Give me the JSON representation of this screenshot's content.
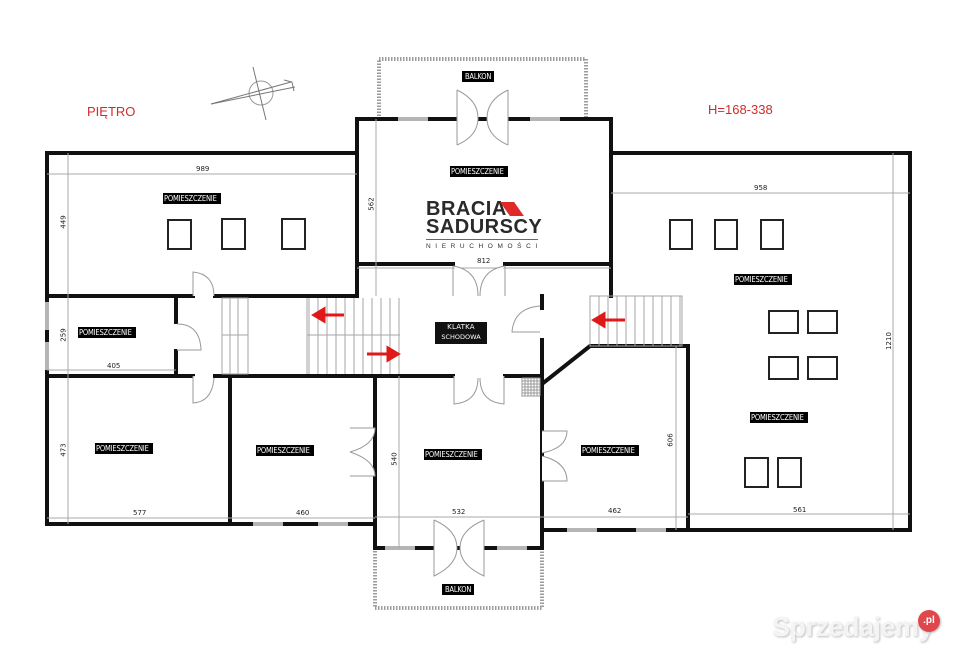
{
  "header": {
    "floor_label": "PIĘTRO",
    "height_label": "H=168-338",
    "compass_icon": "north-arrow-compass"
  },
  "logo": {
    "line1": "BRACIA",
    "line2": "SADURSCY",
    "tagline": "NIERUCHOMOŚCI",
    "accent_color": "#e02a2a"
  },
  "rooms": [
    {
      "id": "room-top-left",
      "label": "POMIESZCZENIE",
      "width_dim": "989",
      "height_dim": "449"
    },
    {
      "id": "room-top-center",
      "label": "POMIESZCZENIE",
      "width_dim": "812",
      "height_dim": "562"
    },
    {
      "id": "room-right-upper",
      "label": "POMIESZCZENIE",
      "width_dim": "958"
    },
    {
      "id": "room-right-lower",
      "label": "POMIESZCZENIE",
      "width_dim": "561",
      "height_dim": "1210"
    },
    {
      "id": "room-small-left",
      "label": "POMIESZCZENIE",
      "width_dim": "405",
      "height_dim": "259"
    },
    {
      "id": "room-bottom-left",
      "label": "POMIESZCZENIE",
      "width_dim": "577",
      "height_dim": "473"
    },
    {
      "id": "room-bottom-second",
      "label": "POMIESZCZENIE",
      "width_dim": "460"
    },
    {
      "id": "room-bottom-center",
      "label": "POMIESZCZENIE",
      "width_dim": "532",
      "height_dim": "540"
    },
    {
      "id": "room-bottom-right",
      "label": "POMIESZCZENIE",
      "width_dim": "462",
      "height_dim": "606"
    }
  ],
  "stairwell": {
    "line1": "KLATKA",
    "line2": "SCHODOWA"
  },
  "balconies": [
    {
      "id": "balcony-top",
      "label": "BALKON"
    },
    {
      "id": "balcony-bottom",
      "label": "BALKON"
    }
  ],
  "watermark": {
    "text": "Sprzedajemy",
    "badge": ".pl",
    "badge_color": "#e0474c"
  },
  "colors": {
    "title_red": "#d42a2a",
    "arrow_red": "#e01818",
    "wall": "#111111"
  }
}
